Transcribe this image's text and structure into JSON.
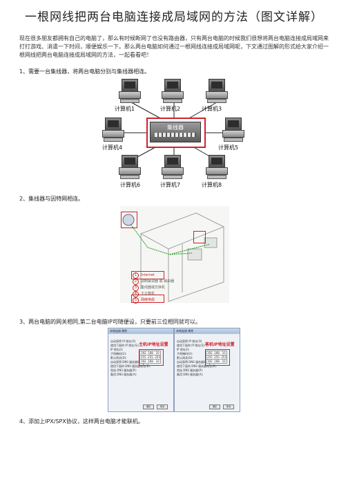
{
  "title": "一根网线把两台电脑连接成局域网的方法（图文详解）",
  "intro": "现在很多朋友都拥有自己的电脑了，那么有时候断网了也没有路由器，只有两台电脑的时候我们很想将两台电脑连接成局域网来打打游戏、消遣一下时间，顺便娱乐一下。那么两台电脑如何通过一根网线连接成局域网呢，下文通过图解的形式给大家介绍一根网线把两台电脑连接成局域网的方法，一起看看吧！",
  "steps": [
    "1、需要一台集线器，将两台电脑分别与集线器相连。",
    "2、集线器与因特网相连。",
    "3、两台电脑的网关相同,第二台电脑IP可随便设，只要前三位相同就可以。",
    "4、添加上IPX/SPX协议，这样两台电脑才能联机。"
  ],
  "network": {
    "hub_label": "集线器",
    "computers": [
      "计算机1",
      "计算机2",
      "计算机3",
      "计算机4",
      "计算机5",
      "计算机6",
      "计算机7",
      "计算机8"
    ]
  },
  "figure2": {
    "legend": [
      "Internet",
      "调制解调器 或 路由器",
      "集线器或交换机",
      "主计算机",
      "网络电缆"
    ],
    "numbers": [
      "1",
      "2",
      "3",
      "4",
      "5"
    ]
  },
  "figure3": {
    "left_title": "本地连接 属性",
    "right_title": "本地连接 属性",
    "left_badge": "主机IP地址设置",
    "right_badge": "客机IP地址设置",
    "rows": [
      "自动获得 IP 地址(O)",
      "使用下面的 IP 地址(S):",
      "IP 地址(I):",
      "子网掩码(U):",
      "默认网关(D):",
      "自动获得 DNS 服务器地址(B)",
      "使用下面的 DNS 服务器地址(E):",
      "首选 DNS 服务器(P):",
      "备用 DNS 服务器(A):"
    ],
    "left_ip": "192 .168 . 10 . 1",
    "left_mask": "255 .255 .255 . 0",
    "left_gw": "192 .168 . 10 . 1",
    "right_ip": "192 .168 . 10 . 2",
    "right_mask": "255 .255 .255 . 0",
    "right_gw": "192 .168 . 10 . 1",
    "ok": "确定",
    "cancel": "取消"
  }
}
